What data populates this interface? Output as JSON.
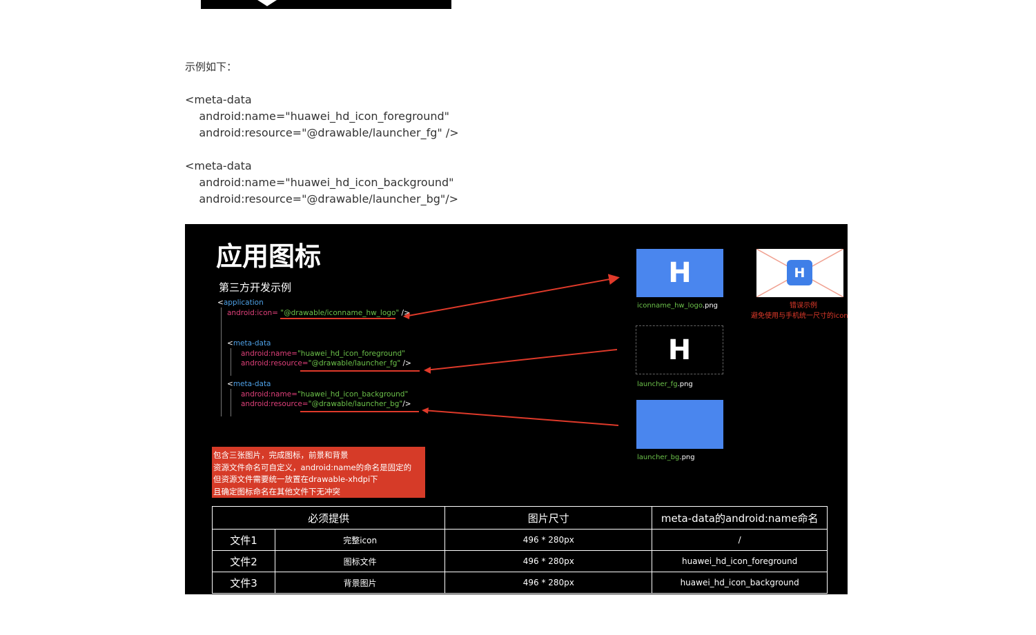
{
  "intro": "示例如下：",
  "code_block_1": [
    "<meta-data",
    "    android:name=\"huawei_hd_icon_foreground\"",
    "    android:resource=\"@drawable/launcher_fg\" />"
  ],
  "code_block_2": [
    "<meta-data",
    "    android:name=\"huawei_hd_icon_background\"",
    "    android:resource=\"@drawable/launcher_bg\"/>"
  ],
  "slide": {
    "title": "应用图标",
    "subtitle": "第三方开发示例",
    "code": {
      "app_open": "<",
      "app_tag": "application",
      "icon_attr": "android:icon=",
      "icon_value": "\"@drawable/iconname_hw_logo\"",
      "icon_close": " />",
      "meta_open": "<",
      "meta_tag": "meta-data",
      "name_attr": "android:name=",
      "fg_name": "\"huawei_hd_icon_foreground\"",
      "res_attr": "android:resource=",
      "fg_res": "\"@drawable/launcher_fg\"",
      "fg_close": " />",
      "bg_name": "\"huawei_hd_icon_background\"",
      "bg_res": "\"@drawable/launcher_bg\"",
      "bg_close": "/>"
    },
    "logo_glyph": "H",
    "captions": {
      "logo_name": "iconname_hw_logo",
      "logo_ext": ".png",
      "fg_name": "launcher_fg",
      "fg_ext": ".png",
      "bg_name": "launcher_bg",
      "bg_ext": ".png"
    },
    "wrong_example": {
      "title": "错误示例",
      "desc": "避免使用与手机统一尺寸的icon"
    },
    "note_lines": [
      "包含三张图片，完成图标，前景和背景",
      "资源文件命名可自定义，android:name的命名是固定的",
      "但资源文件需要统一放置在drawable-xhdpi下",
      "且确定图标命名在其他文件下无冲突"
    ],
    "table": {
      "headers": [
        "必须提供",
        "图片尺寸",
        "meta-data的android:name命名"
      ],
      "rows": [
        {
          "file": "文件1",
          "desc": "完整icon",
          "size": "496 * 280px",
          "name": "/"
        },
        {
          "file": "文件2",
          "desc": "图标文件",
          "size": "496 * 280px",
          "name": "huawei_hd_icon_foreground"
        },
        {
          "file": "文件3",
          "desc": "背景图片",
          "size": "496 * 280px",
          "name": "huawei_hd_icon_background"
        }
      ]
    },
    "colors": {
      "accent_red": "#e03a2a",
      "tile_blue": "#4a86ee",
      "code_blue": "#4ea0e6",
      "code_pink": "#e0407a",
      "code_green": "#6cc24a"
    }
  }
}
